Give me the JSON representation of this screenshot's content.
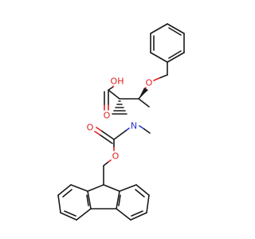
{
  "labels": {
    "O": "O",
    "OH": "OH",
    "N": "N"
  },
  "colors": {
    "bond": "#1a1a1a",
    "oxygen": "#e02020",
    "nitrogen": "#2233cc",
    "background": "#ffffff"
  }
}
